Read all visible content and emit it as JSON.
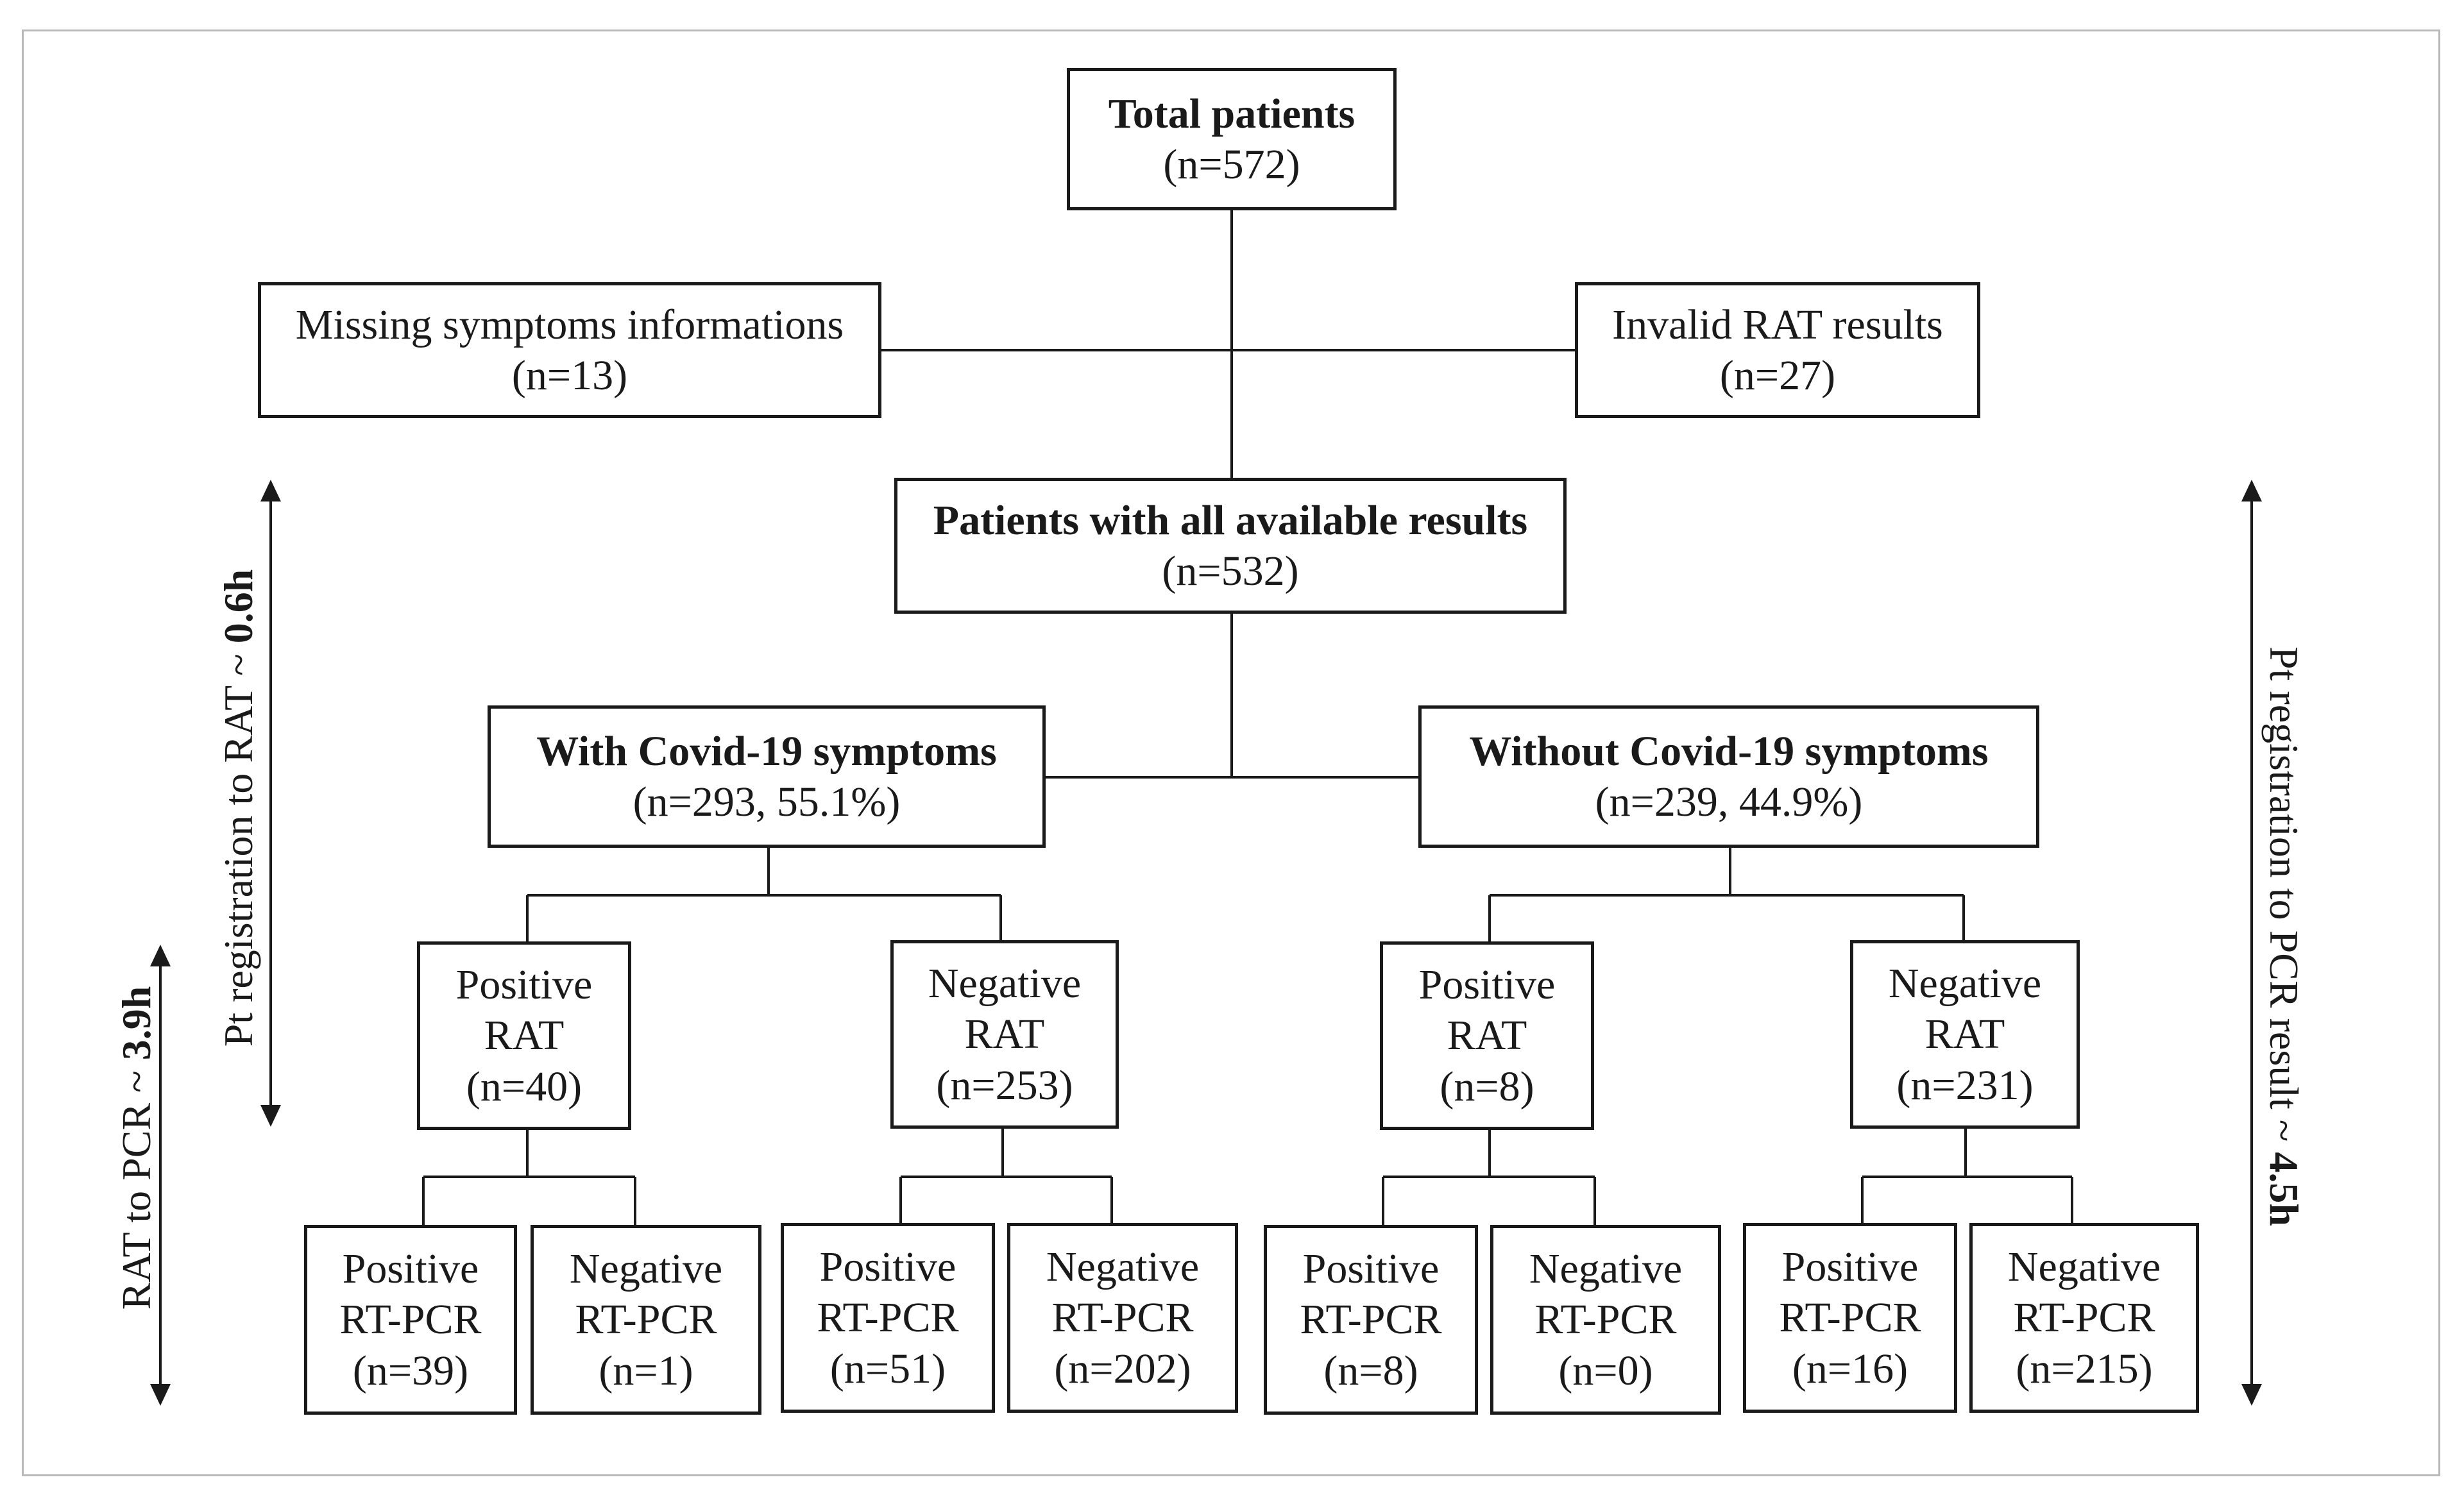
{
  "total": {
    "title": "Total patients",
    "count": "(n=572)"
  },
  "missing": {
    "label": "Missing symptoms informations",
    "count": "(n=13)"
  },
  "invalid": {
    "label": "Invalid RAT results",
    "count": "(n=27)"
  },
  "available": {
    "title": "Patients with all available results",
    "count": "(n=532)"
  },
  "with_symptoms": {
    "title": "With Covid-19 symptoms",
    "count": "(n=293, 55.1%)",
    "pos_rat": {
      "line1": "Positive",
      "line2": "RAT",
      "count": "(n=40)",
      "pos_pcr": {
        "line1": "Positive",
        "line2": "RT-PCR",
        "count": "(n=39)"
      },
      "neg_pcr": {
        "line1": "Negative",
        "line2": "RT-PCR",
        "count": "(n=1)"
      }
    },
    "neg_rat": {
      "line1": "Negative",
      "line2": "RAT",
      "count": "(n=253)",
      "pos_pcr": {
        "line1": "Positive",
        "line2": "RT-PCR",
        "count": "(n=51)"
      },
      "neg_pcr": {
        "line1": "Negative",
        "line2": "RT-PCR",
        "count": "(n=202)"
      }
    }
  },
  "without_symptoms": {
    "title": "Without Covid-19 symptoms",
    "count": "(n=239, 44.9%)",
    "pos_rat": {
      "line1": "Positive",
      "line2": "RAT",
      "count": "(n=8)",
      "pos_pcr": {
        "line1": "Positive",
        "line2": "RT-PCR",
        "count": "(n=8)"
      },
      "neg_pcr": {
        "line1": "Negative",
        "line2": "RT-PCR",
        "count": "(n=0)"
      }
    },
    "neg_rat": {
      "line1": "Negative",
      "line2": "RAT",
      "count": "(n=231)",
      "pos_pcr": {
        "line1": "Positive",
        "line2": "RT-PCR",
        "count": "(n=16)"
      },
      "neg_pcr": {
        "line1": "Negative",
        "line2": "RT-PCR",
        "count": "(n=215)"
      }
    }
  },
  "timing": {
    "reg_to_rat": {
      "text": "Pt registration to RAT ~ ",
      "value": "0.6h"
    },
    "rat_to_pcr": {
      "text": "RAT to PCR ~ ",
      "value": "3.9h"
    },
    "reg_to_pcr": {
      "text": "Pt registration to PCR result ~ ",
      "value": "4.5h"
    }
  },
  "colors": {
    "line": "#1a1a1a",
    "frame": "#b9b9b9"
  }
}
